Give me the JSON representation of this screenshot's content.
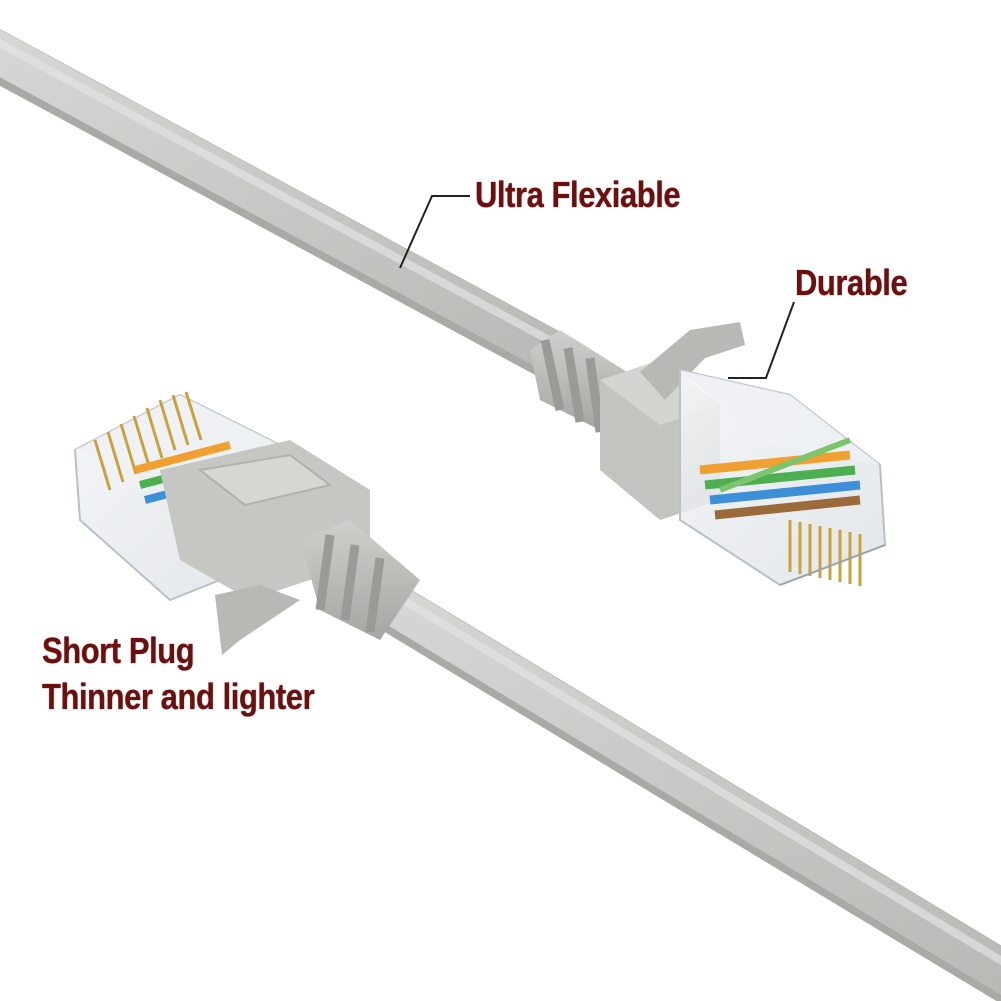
{
  "callouts": {
    "ultra_flexible": "Ultra Flexiable",
    "durable": "Durable",
    "short_plug": "Short Plug",
    "thinner_lighter": "Thinner and lighter"
  },
  "colors": {
    "background": "#ffffff",
    "cable": "#c9c9c7",
    "cable_shadow": "#a9a9a6",
    "label_text": "#6b0f0f",
    "leader_line": "#222222",
    "wire_orange": "#f0a030",
    "wire_green": "#4caf50",
    "wire_blue": "#3d8fd8",
    "wire_brown": "#9a6a3a",
    "contact_gold": "#c9a23a"
  },
  "icons": [
    "rj45-plug-left",
    "rj45-plug-right",
    "ethernet-cable"
  ]
}
